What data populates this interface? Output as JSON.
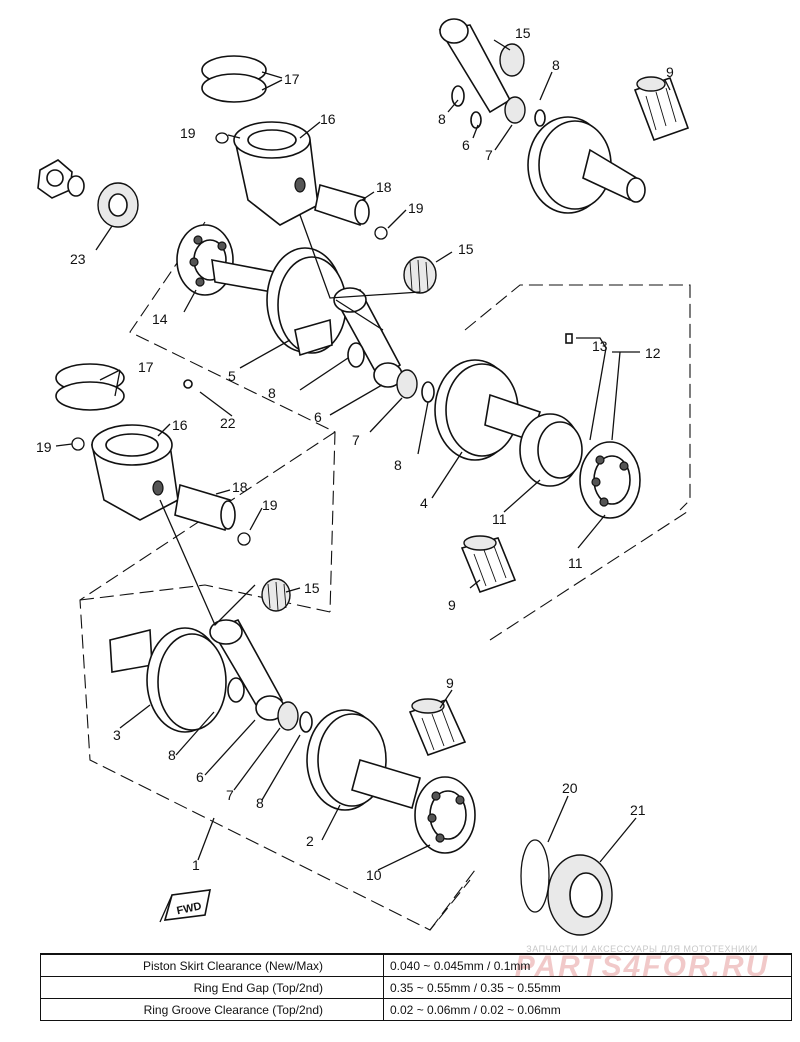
{
  "callouts": {
    "c1": "1",
    "c2": "2",
    "c3": "3",
    "c4": "4",
    "c5": "5",
    "c6a": "6",
    "c6b": "6",
    "c6c": "6",
    "c7a": "7",
    "c7b": "7",
    "c7c": "7",
    "c8a": "8",
    "c8b": "8",
    "c8c": "8",
    "c8d": "8",
    "c8e": "8",
    "c8f": "8",
    "c9a": "9",
    "c9b": "9",
    "c9c": "9",
    "c10": "10",
    "c11a": "11",
    "c11b": "11",
    "c12": "12",
    "c13": "13",
    "c14": "14",
    "c15a": "15",
    "c15b": "15",
    "c15c": "15",
    "c16a": "16",
    "c16b": "16",
    "c17a": "17",
    "c17b": "17",
    "c18a": "18",
    "c18b": "18",
    "c19a": "19",
    "c19b": "19",
    "c19c": "19",
    "c19d": "19",
    "c20": "20",
    "c21": "21",
    "c22": "22",
    "c23": "23"
  },
  "fwd_label": "FWD",
  "spec_table": {
    "rows": [
      {
        "label": "Piston Skirt Clearance (New/Max)",
        "value": "0.040 ~ 0.045mm / 0.1mm"
      },
      {
        "label": "Ring End Gap (Top/2nd)",
        "value": "0.35 ~ 0.55mm / 0.35 ~ 0.55mm"
      },
      {
        "label": "Ring Groove Clearance (Top/2nd)",
        "value": "0.02 ~ 0.06mm / 0.02 ~ 0.06mm"
      }
    ]
  },
  "watermark": {
    "top": "ЗАПЧАСТИ И АКСЕССУАРЫ ДЛЯ МОТОТЕХНИКИ",
    "logo": "PARTS4FOR.RU"
  }
}
